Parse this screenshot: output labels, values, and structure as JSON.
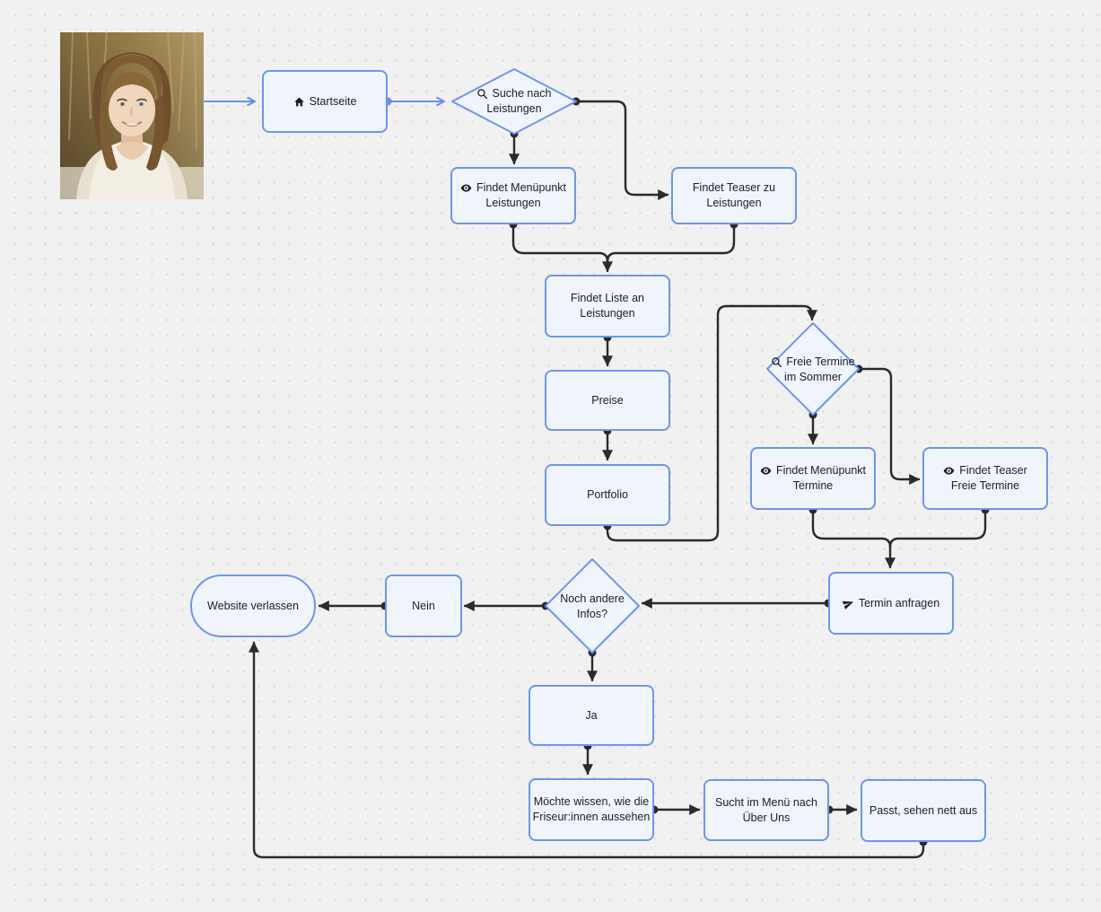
{
  "app": {
    "view": "flowchart-whiteboard"
  },
  "palette": {
    "bg": "#F1F1F1",
    "dot": "#D7D7D7",
    "ink": "#2A2A2A",
    "blue": "#6690F2",
    "node_fill": "#F0F4FD",
    "node_border": "#6E95F0",
    "text": "#1E1E1E"
  },
  "photo": {
    "description": "persona-photo"
  },
  "nodes": {
    "startseite": {
      "icon": "home-icon",
      "label": "Startseite"
    },
    "suche_leistungen": {
      "icon": "search-icon",
      "line1": "Suche nach",
      "line2": "Leistungen"
    },
    "menupunkt_leistungen": {
      "icon": "eye-icon",
      "line1": "Findet Menüpunkt",
      "line2": "Leistungen"
    },
    "teaser_leistungen": {
      "line1": "Findet Teaser zu",
      "line2": "Leistungen"
    },
    "liste_leistungen": {
      "line1": "Findet Liste an",
      "line2": "Leistungen"
    },
    "preise": {
      "label": "Preise"
    },
    "portfolio": {
      "label": "Portfolio"
    },
    "freie_termine": {
      "icon": "search-icon",
      "line1": "Freie Termine",
      "line2": "im Sommer"
    },
    "menupunkt_termine": {
      "icon": "eye-icon",
      "line1": "Findet Menüpunkt",
      "line2": "Termine"
    },
    "teaser_termine": {
      "icon": "eye-icon",
      "line1": "Findet Teaser",
      "line2": "Freie Termine"
    },
    "termin_anfragen": {
      "icon": "send-icon",
      "label": "Termin anfragen"
    },
    "noch_andere_infos": {
      "line1": "Noch andere",
      "line2": "Infos?"
    },
    "nein": {
      "label": "Nein"
    },
    "website_verlassen": {
      "label": "Website verlassen"
    },
    "ja": {
      "label": "Ja"
    },
    "moechte_wissen": {
      "line1": "Möchte wissen, wie die",
      "line2": "Friseur:innen aussehen"
    },
    "sucht_menu": {
      "line1": "Sucht im Menü nach",
      "line2": "Über Uns"
    },
    "passt": {
      "label": "Passt, sehen nett aus"
    }
  }
}
